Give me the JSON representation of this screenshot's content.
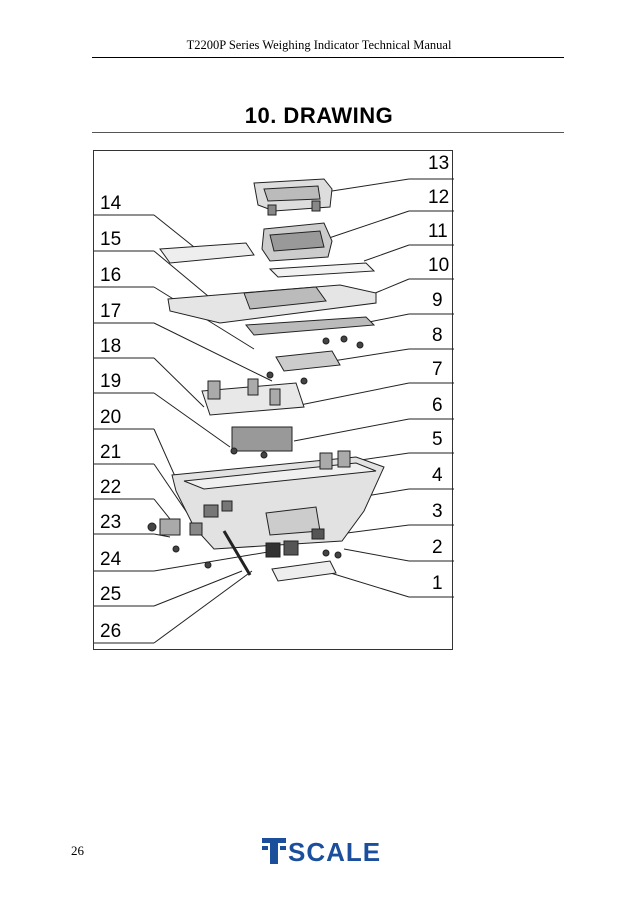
{
  "header": {
    "text": "T2200P Series Weighing Indicator Technical Manual"
  },
  "title": {
    "text": "10.  DRAWING"
  },
  "drawing": {
    "callouts": [
      "13",
      "12",
      "14",
      "11",
      "15",
      "10",
      "16",
      "9",
      "17",
      "8",
      "18",
      "7",
      "19",
      "6",
      "20",
      "5",
      "21",
      "4",
      "22",
      "3",
      "23",
      "2",
      "24",
      "1",
      "25",
      "26"
    ]
  },
  "footer": {
    "page_number": "26",
    "logo_text": "SCALE"
  },
  "colors": {
    "logo": "#1b4f9c"
  }
}
